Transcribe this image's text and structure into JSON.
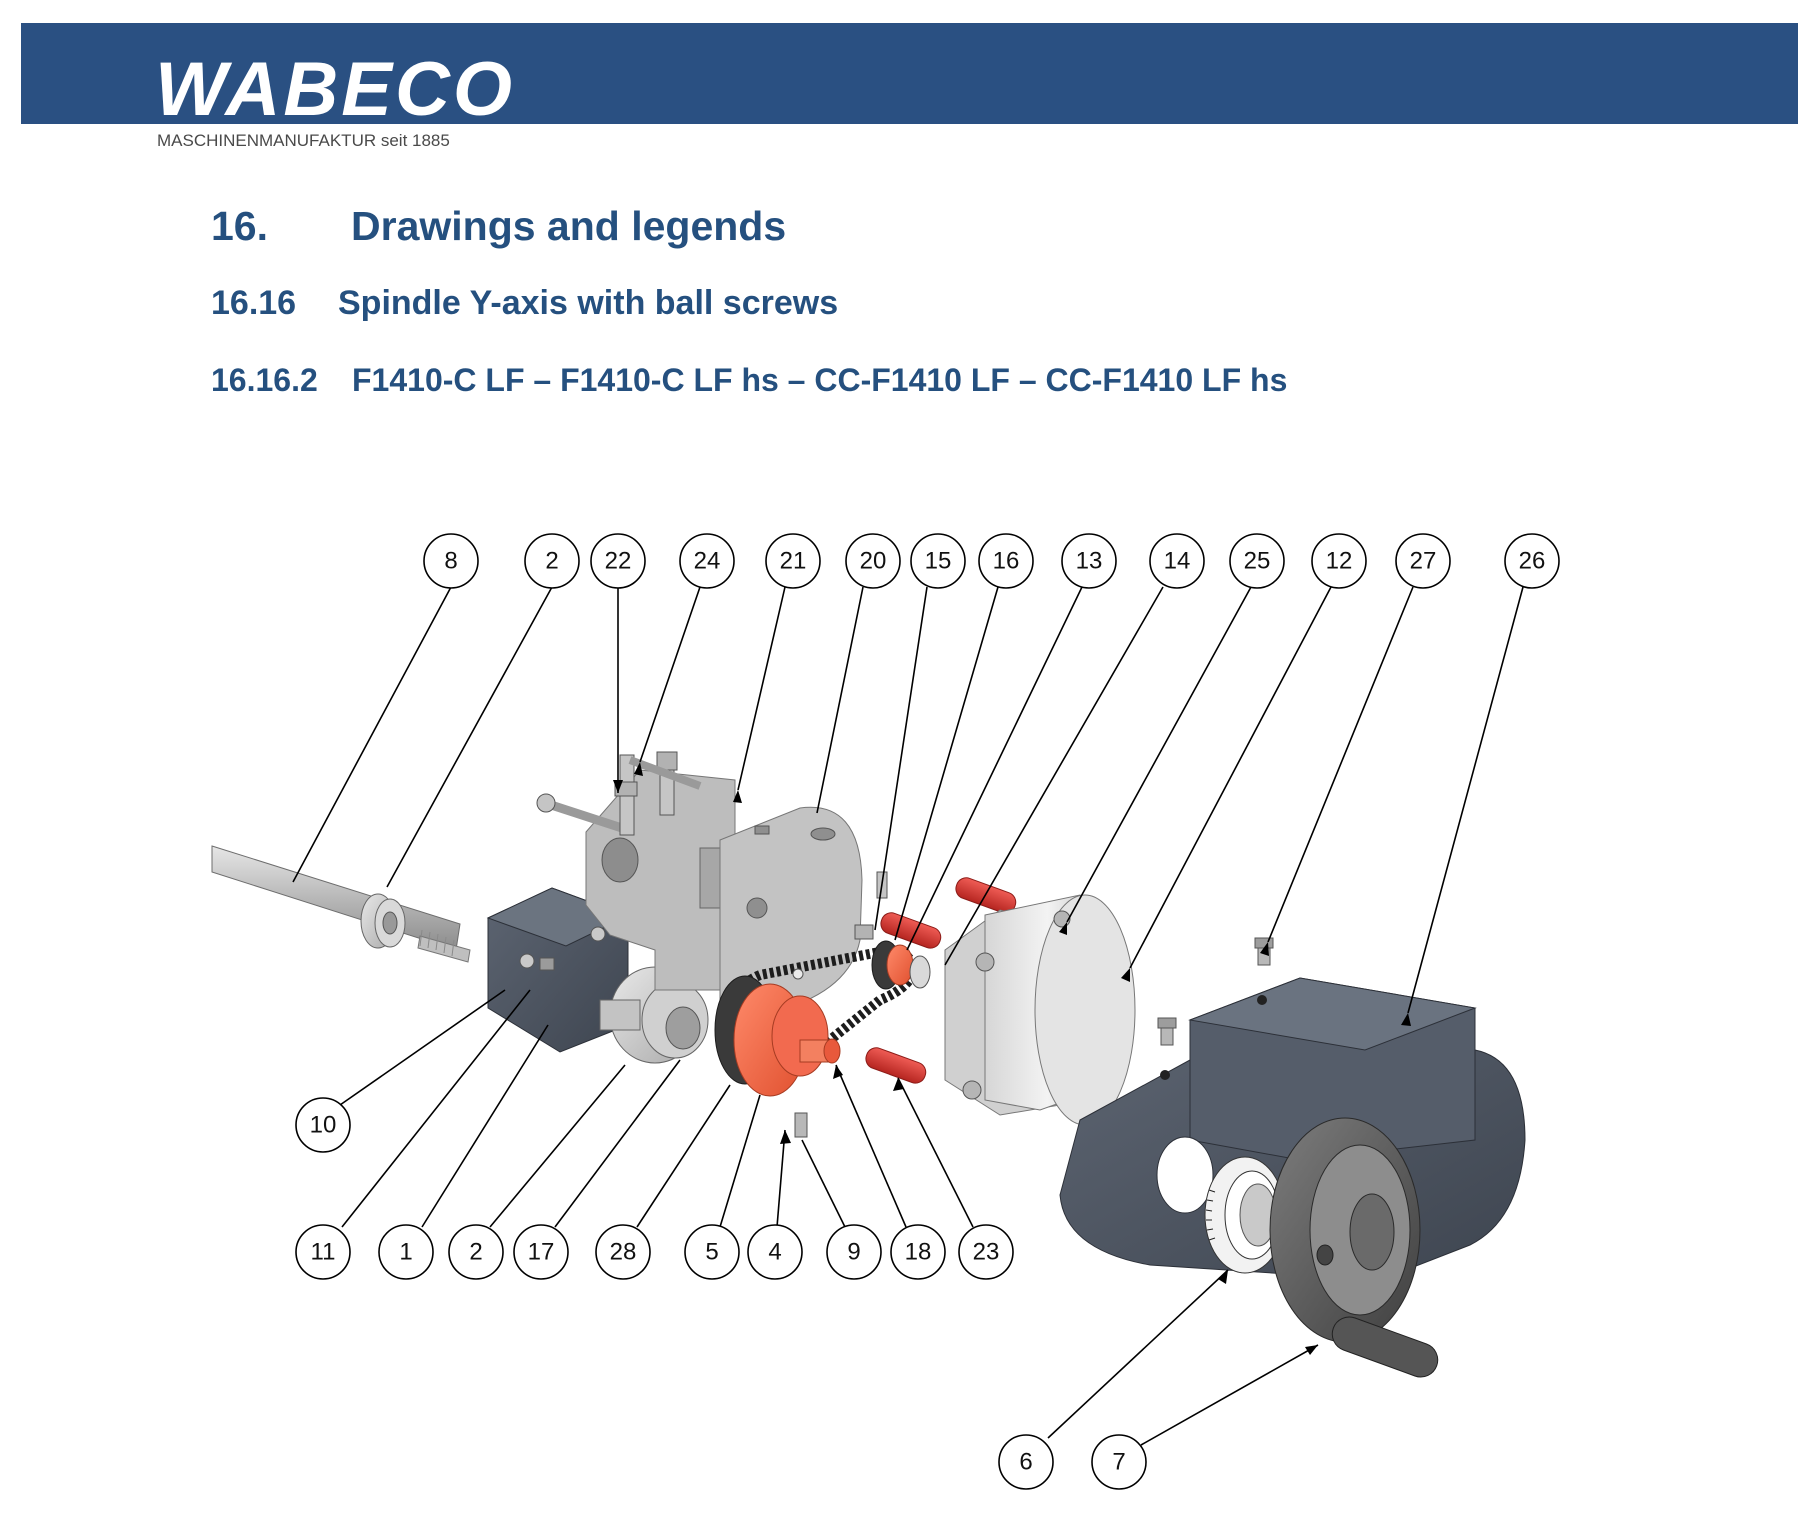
{
  "header": {
    "logo_text": "WABECO",
    "tagline": "MASCHINENMANUFAKTUR seit 1885",
    "brand_color": "#2a5082"
  },
  "headings": {
    "h1_number": "16.",
    "h1_title": "Drawings and legends",
    "h2_number": "16.16",
    "h2_title": "Spindle Y-axis with ball screws",
    "h3_number": "16.16.2",
    "h3_title": "F1410-C LF – F1410-C LF hs – CC-F1410 LF – CC-F1410 LF hs",
    "heading_color": "#25507f"
  },
  "callouts": {
    "top_row": [
      "8",
      "2",
      "22",
      "24",
      "21",
      "20",
      "15",
      "16",
      "13",
      "14",
      "25",
      "12",
      "27",
      "26"
    ],
    "left_side": [
      "10"
    ],
    "bottom_row": [
      "11",
      "1",
      "2",
      "17",
      "28",
      "5",
      "4",
      "9",
      "18",
      "23"
    ],
    "lower_right": [
      "6",
      "7"
    ]
  },
  "part_colors": {
    "highlight_parts": "#f26a4f",
    "red_bolts": "#d9352f",
    "dark_housing": "#525a68",
    "light_metal": "#c8c8c8"
  }
}
